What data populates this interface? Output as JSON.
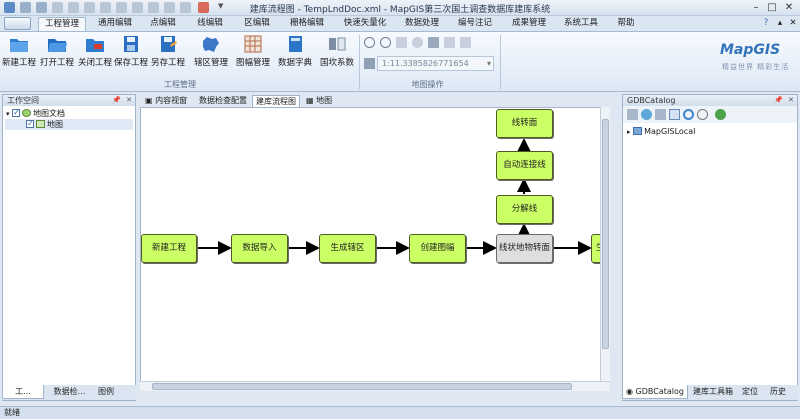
{
  "window": {
    "title": "建库流程图 - TempLndDoc.xml - MapGIS第三次国土调查数据库建库系统"
  },
  "tabs": [
    "工程管理",
    "通用编辑",
    "点编辑",
    "线编辑",
    "区编辑",
    "栅格编辑",
    "快速矢量化",
    "数据处理",
    "编号注记",
    "成果管理",
    "系统工具",
    "帮助"
  ],
  "ribbon": {
    "project_group": {
      "label": "工程管理",
      "buttons": [
        "新建工程",
        "打开工程",
        "关闭工程",
        "保存工程",
        "另存工程",
        "辖区管理",
        "图幅管理",
        "数据字典",
        "国坎系数"
      ]
    },
    "map_group": {
      "label": "地图操作",
      "scale_value": "1:11.3385826771654"
    },
    "logo_text": "MapGIS",
    "logo_slogan": "精益世界 精彩生活"
  },
  "left_panel": {
    "title": "工作空间",
    "tree": {
      "root": "地图文档",
      "child": "地图"
    },
    "bottom_tabs": [
      "工...",
      "数据检...",
      "图例"
    ]
  },
  "doc_tabs": [
    "内容视窗",
    "数据检查配置",
    "建库流程图",
    "地图"
  ],
  "flow": {
    "nodes": {
      "new_project": "新建工程",
      "data_import": "数据导入",
      "gen_area": "生成辖区",
      "create_frame": "创建图幅",
      "linear_convert": "线状地物转面",
      "next_partial": "生成",
      "split_line": "分解线",
      "auto_connect": "自动连接线",
      "line_to_face": "线转面"
    }
  },
  "right_panel": {
    "title": "GDBCatalog",
    "tree_item": "MapGISLocal",
    "bottom_tabs": [
      "GDBCatalog",
      "建库工具箱",
      "定位",
      "历史"
    ]
  },
  "status": "就绪"
}
